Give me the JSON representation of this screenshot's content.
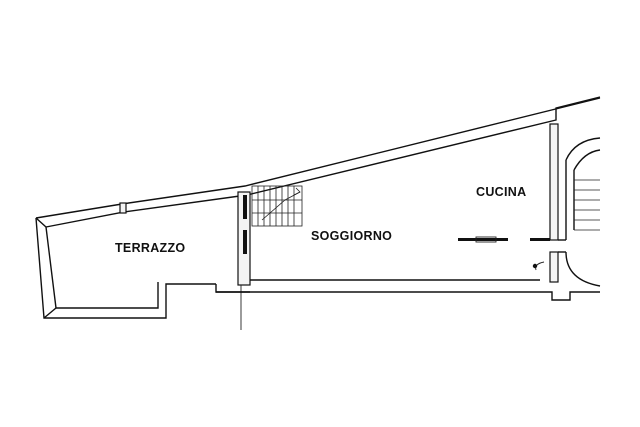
{
  "floor_plan": {
    "rooms": [
      {
        "id": "terrazzo",
        "label": "TERRAZZO"
      },
      {
        "id": "soggiorno",
        "label": "SOGGIORNO"
      },
      {
        "id": "cucina",
        "label": "CUCINA"
      }
    ]
  }
}
